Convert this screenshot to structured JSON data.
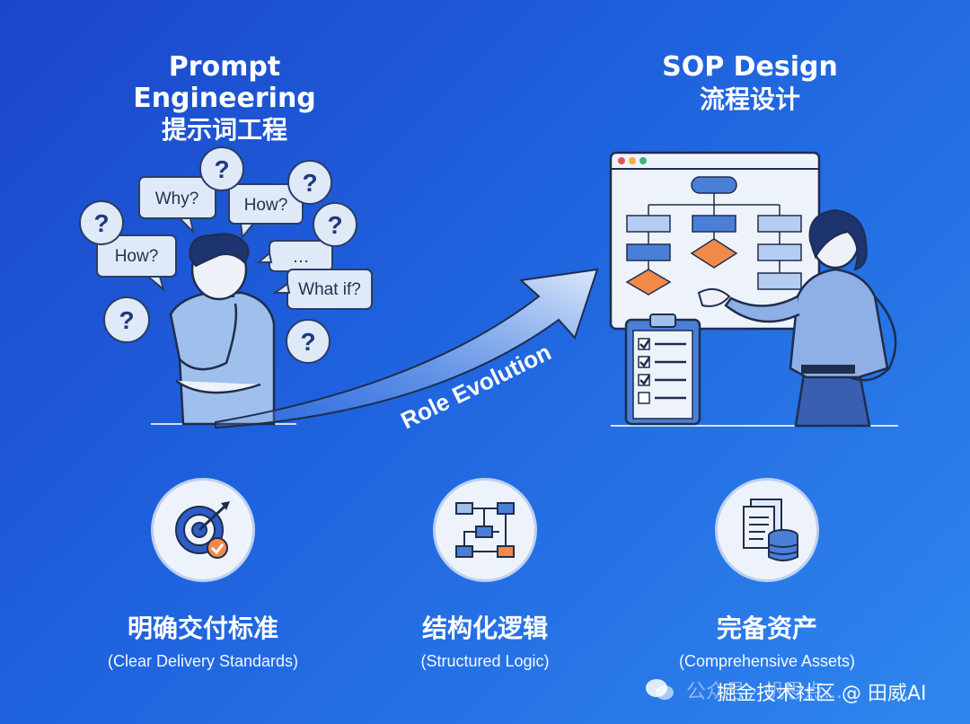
{
  "left": {
    "title_en": "Prompt Engineering",
    "title_zh": "提示词工程"
  },
  "right": {
    "title_en": "SOP Design",
    "title_zh": "流程设计"
  },
  "arrow_label": "Role Evolution",
  "bubbles": {
    "why": "Why?",
    "how1": "How?",
    "how2": "How?",
    "dots": "…",
    "what_if": "What if?",
    "q": "?"
  },
  "features": [
    {
      "zh": "明确交付标准",
      "en": "(Clear Delivery Standards)",
      "icon": "target-check-icon"
    },
    {
      "zh": "结构化逻辑",
      "en": "(Structured Logic)",
      "icon": "flowchart-icon"
    },
    {
      "zh": "完备资产",
      "en": "(Comprehensive Assets)",
      "icon": "documents-database-icon"
    }
  ],
  "watermark": {
    "back": "公众号 · 帆思点...",
    "front": "掘金技术社区 @ 田威AI"
  },
  "colors": {
    "accent_orange": "#f08a4b",
    "flow_blue": "#4a7fd8",
    "bg_blue": "#1f5fdc"
  }
}
